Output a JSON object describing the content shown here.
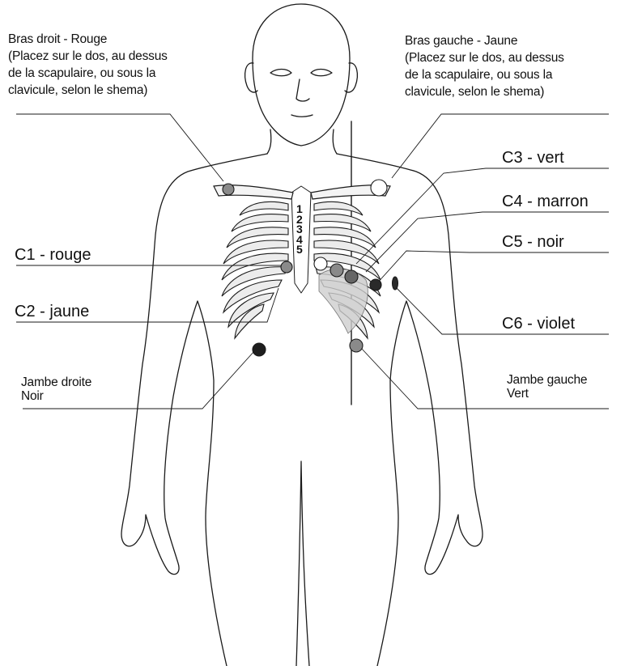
{
  "labels": {
    "right_arm": {
      "title": "Bras droit - Rouge",
      "lines": [
        "(Placez sur le dos, au dessus",
        "de la scapulaire, ou sous la",
        "clavicule,  selon le shema)"
      ]
    },
    "left_arm": {
      "title": "Bras gauche - Jaune",
      "lines": [
        "(Placez sur le dos, au dessus",
        "de la scapulaire, ou sous la",
        "clavicule,  selon le shema)"
      ]
    },
    "c1": "C1 - rouge",
    "c2": "C2 - jaune",
    "c3": "C3 - vert",
    "c4": "C4 - marron",
    "c5": "C5 - noir",
    "c6": "C6 - violet",
    "right_leg": {
      "line1": "Jambe droite",
      "line2": "Noir"
    },
    "left_leg": {
      "line1": "Jambe gauche",
      "line2": "Vert"
    },
    "ribs": [
      "1",
      "2",
      "3",
      "4",
      "5"
    ]
  },
  "colors": {
    "line": "#111111",
    "electrode_gray": "#8a8a8a",
    "electrode_dark": "#2a2a2a",
    "electrode_white": "#ffffff"
  }
}
